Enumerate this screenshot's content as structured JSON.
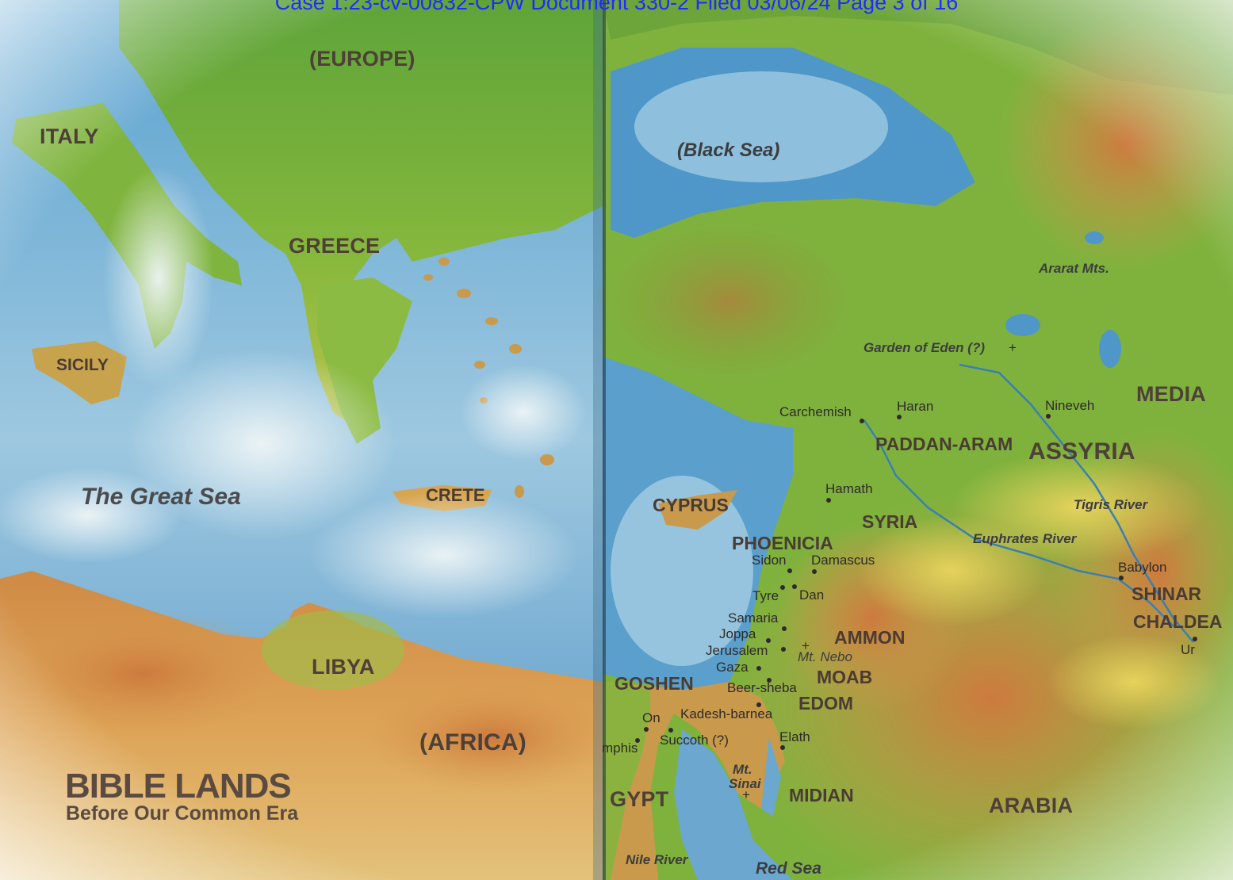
{
  "header": {
    "text": "Case 1:23-cv-00832-CPW   Document 330-2   Filed 03/06/24   Page 3 of 16"
  },
  "map": {
    "title": "BIBLE LANDS",
    "subtitle": "Before Our Common Era",
    "colors": {
      "sea_light": "#dbe9ef",
      "sea_deep": "#4f97c8",
      "land_green": "#78b33d",
      "land_yellow": "#d9c64f",
      "land_orange": "#d9904a",
      "land_red": "#c66a3a",
      "label": "#4a3b33",
      "header": "#1f2cff"
    },
    "regions": {
      "europe": "(EUROPE)",
      "italy": "ITALY",
      "greece": "GREECE",
      "sicily": "SICILY",
      "crete": "CRETE",
      "cyprus": "CYPRUS",
      "libya": "LIBYA",
      "africa": "(AFRICA)",
      "media": "MEDIA",
      "assyria": "ASSYRIA",
      "paddan_aram": "PADDAN-ARAM",
      "syria": "SYRIA",
      "phoenicia": "PHOENICIA",
      "shinar": "SHINAR",
      "chaldea": "CHALDEA",
      "ammon": "AMMON",
      "moab": "MOAB",
      "edom": "EDOM",
      "goshen": "GOSHEN",
      "egypt": "GYPT",
      "midian": "MIDIAN",
      "arabia": "ARABIA"
    },
    "water": {
      "great_sea": "The Great Sea",
      "black_sea": "(Black Sea)",
      "red_sea": "Red Sea",
      "nile": "Nile River",
      "tigris": "Tigris River",
      "euphrates": "Euphrates River"
    },
    "features": {
      "ararat": "Ararat Mts.",
      "eden": "Garden of Eden (?)",
      "nebo": "Mt. Nebo",
      "sinai_line1": "Mt.",
      "sinai_line2": "Sinai"
    },
    "cities": {
      "carchemish": "Carchemish",
      "haran": "Haran",
      "nineveh": "Nineveh",
      "hamath": "Hamath",
      "sidon": "Sidon",
      "damascus": "Damascus",
      "tyre": "Tyre",
      "dan": "Dan",
      "samaria": "Samaria",
      "joppa": "Joppa",
      "jerusalem": "Jerusalem",
      "gaza": "Gaza",
      "beersheba": "Beer-sheba",
      "kadesh": "Kadesh-barnea",
      "on": "On",
      "memphis": "mphis",
      "succoth": "Succoth (?)",
      "elath": "Elath",
      "babylon": "Babylon",
      "ur": "Ur"
    }
  }
}
